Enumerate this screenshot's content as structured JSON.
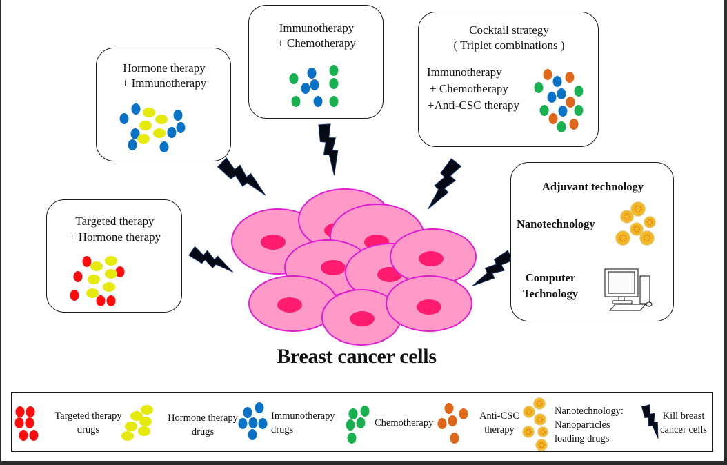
{
  "colors": {
    "targeted": "#ff0d0d",
    "hormone": "#e6ea0c",
    "immuno": "#0a72c6",
    "chemo": "#17b14f",
    "anti_csc": "#e0671a",
    "nano_fill": "#f2b820",
    "nano_core": "#e07a2a",
    "cell_fill": "#ff99c8",
    "cell_border": "#e01bd0",
    "nucleus": "#ff1c6f",
    "bolt": "#060a14"
  },
  "boxes": {
    "hormone_immuno": {
      "line1": "Hormone therapy",
      "line2": "+ Immunotherapy"
    },
    "immuno_chemo": {
      "line1": "Immunotherapy",
      "line2": "+ Chemotherapy"
    },
    "cocktail": {
      "title1": "Cocktail strategy",
      "title2": "( Triplet combinations )",
      "line1": "Immunotherapy",
      "line2": "+ Chemotherapy",
      "line3": "+Anti-CSC therapy"
    },
    "targeted_hormone": {
      "line1": "Targeted therapy",
      "line2": "+ Hormone therapy"
    },
    "adjuvant": {
      "title": "Adjuvant technology",
      "nano": "Nanotechnology",
      "computer1": "Computer",
      "computer2": "Technology"
    }
  },
  "center_label": "Breast cancer cells",
  "legend": {
    "items": [
      {
        "line1": "Targeted therapy",
        "line2": "drugs",
        "icon": "red-dots-icon"
      },
      {
        "line1": "Hormone therapy",
        "line2": "drugs",
        "icon": "yellow-dots-icon"
      },
      {
        "line1": "Immunotherapy",
        "line2": "drugs",
        "icon": "blue-dots-icon"
      },
      {
        "line1": "Chemotherapy",
        "line2": "",
        "icon": "green-dots-icon"
      },
      {
        "line1": "Anti-CSC",
        "line2": "therapy",
        "icon": "orange-dots-icon"
      },
      {
        "line1": "Nanotechnology:",
        "line2": "Nanoparticles",
        "line3": "loading drugs",
        "icon": "nanoparticle-icon"
      },
      {
        "line1": "Kill breast",
        "line2": "cancer cells",
        "icon": "lightning-bolt-icon"
      }
    ]
  }
}
